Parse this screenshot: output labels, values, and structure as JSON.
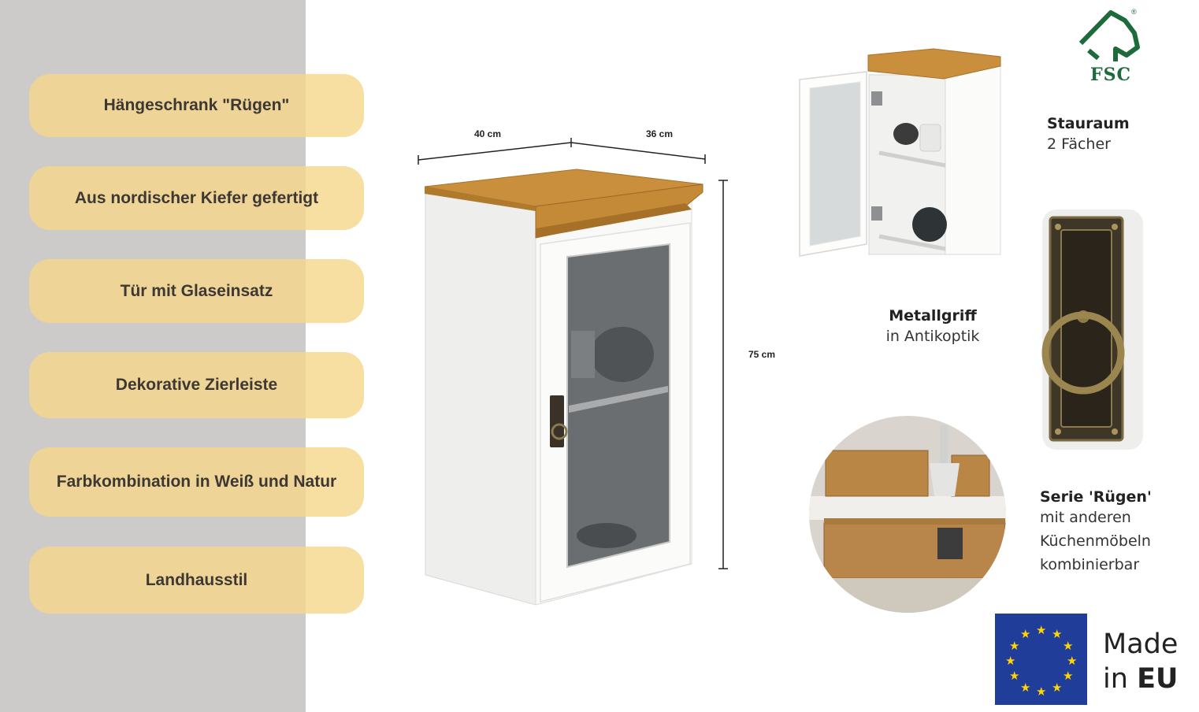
{
  "features": [
    "Hängeschrank \"Rügen\"",
    "Aus nordischer Kiefer gefertigt",
    "Tür mit Glaseinsatz",
    "Dekorative Zierleiste",
    "Farbkombination in Weiß und Natur",
    "Landhausstil"
  ],
  "dimensions": {
    "width": "40 cm",
    "depth": "36 cm",
    "height": "75 cm"
  },
  "storage": {
    "title": "Stauraum",
    "detail": "2 Fächer"
  },
  "handle": {
    "title": "Metallgriff",
    "detail": "in Antikoptik"
  },
  "series": {
    "title": "Serie 'Rügen'",
    "lines": [
      "mit anderen",
      "Küchenmöbeln",
      "kombinierbar"
    ]
  },
  "fsc_logo_text": "FSC",
  "made_in": {
    "line1": "Made",
    "line2_prefix": "in",
    "line2_bold": "EU"
  },
  "colors": {
    "left_panel": "#cdcbc9",
    "pill": "#f5d78c",
    "wood": "#c98f3c",
    "cabinet_white": "#f7f7f5",
    "fsc_green": "#1d6b3a",
    "eu_blue": "#1f3d99",
    "eu_star": "#ffd400"
  }
}
